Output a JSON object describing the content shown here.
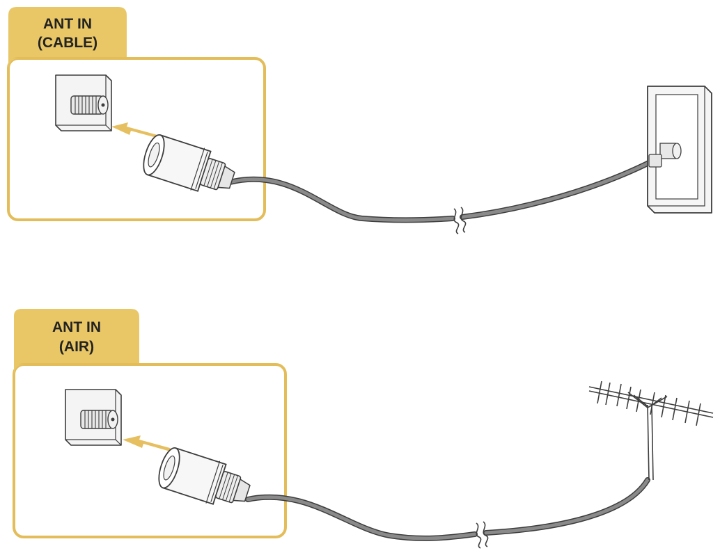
{
  "colors": {
    "panel_gold": "#e9c766",
    "panel_border": "#e3bd5a",
    "arrow_gold": "#e6c060",
    "cable_gray": "#8a8a8a",
    "line_dark": "#3d3d3d"
  },
  "sections": [
    {
      "id": "cable",
      "label_line1": "ANT IN",
      "label_line2": "(CABLE)",
      "source_icon": "wall-outlet-icon"
    },
    {
      "id": "air",
      "label_line1": "ANT IN",
      "label_line2": "(AIR)",
      "source_icon": "antenna-icon"
    }
  ]
}
